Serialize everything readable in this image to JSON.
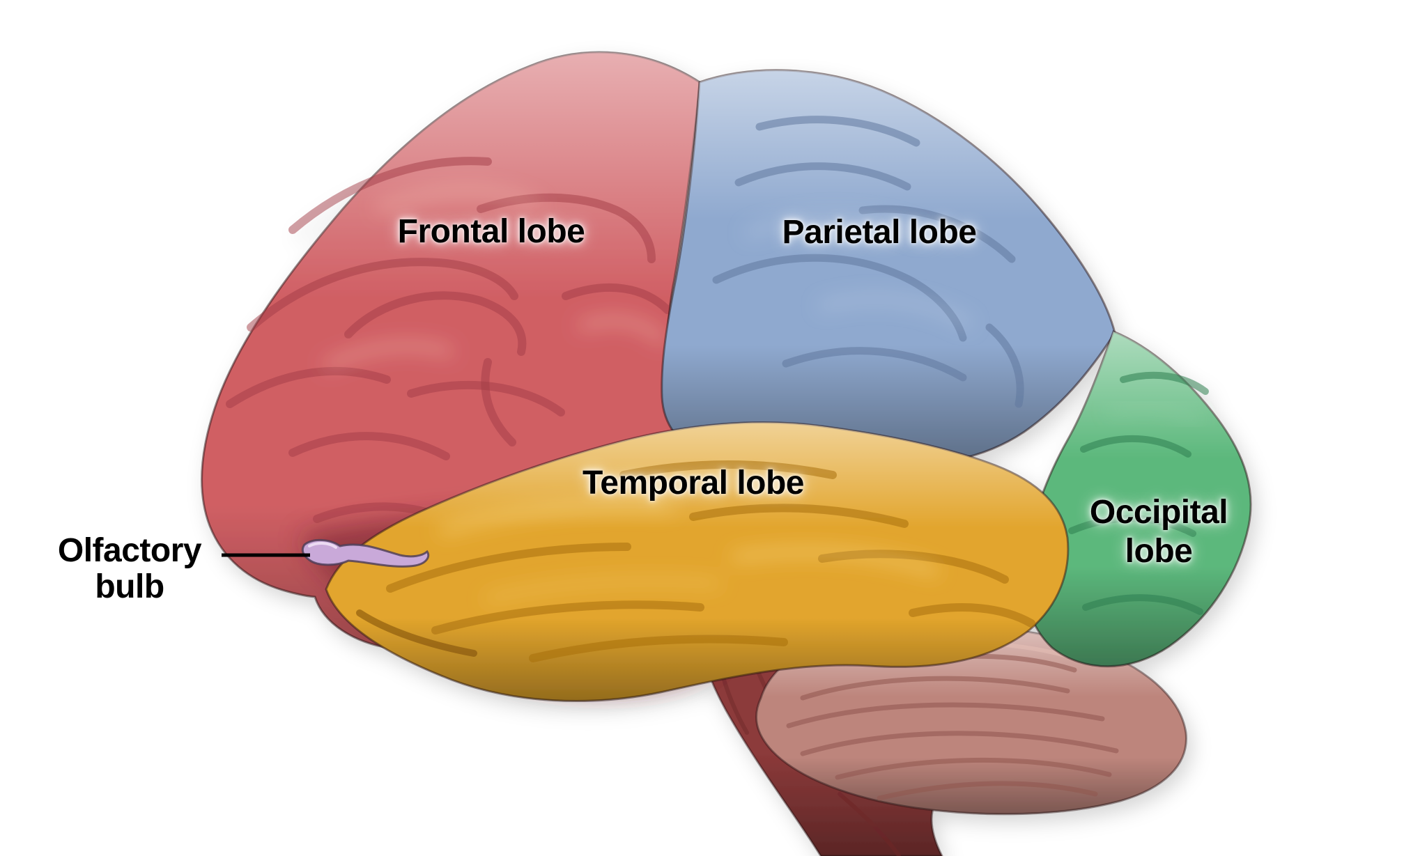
{
  "page": {
    "background": "#ffffff",
    "description": "Lateral view of a human brain with color-coded lobes"
  },
  "labels": {
    "frontal": "Frontal lobe",
    "parietal": "Parietal lobe",
    "temporal": "Temporal lobe",
    "occipital_line1": "Occipital",
    "occipital_line2": "lobe",
    "olfactory_line1": "Olfactory",
    "olfactory_line2": "bulb"
  },
  "regions": [
    {
      "name": "Frontal lobe",
      "color": "#d05f64"
    },
    {
      "name": "Parietal lobe",
      "color": "#8fa9cf"
    },
    {
      "name": "Temporal lobe",
      "color": "#e2a52d"
    },
    {
      "name": "Occipital lobe",
      "color": "#5cb87c"
    },
    {
      "name": "Olfactory bulb",
      "color": "#c9a9d9"
    }
  ],
  "palette": {
    "frontal": "#d05f64",
    "parietal": "#8fa9cf",
    "temporal": "#e2a52d",
    "occipital": "#5cb87c",
    "olfactory_bulb": "#c9a9d9",
    "cerebellum": "#bd857c",
    "brainstem": "#8c3a3a",
    "label_text": "#000000",
    "leader_line": "#000000"
  }
}
